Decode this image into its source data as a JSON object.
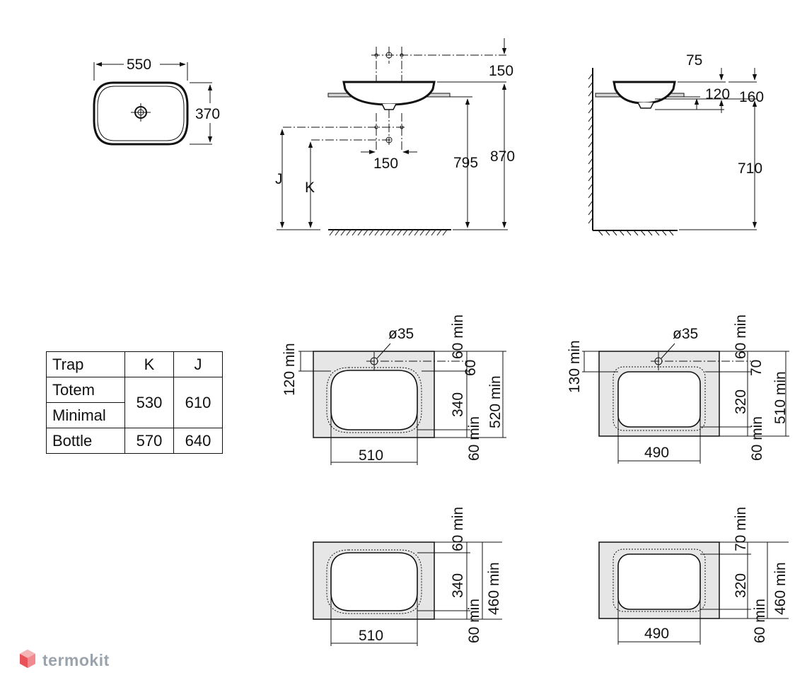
{
  "top_view": {
    "width": "550",
    "depth": "370"
  },
  "front_view": {
    "tap_height": "150",
    "tap_spacing": "150",
    "rim_to_floor": "795",
    "tap_to_floor": "870",
    "trap_j": "J",
    "trap_k": "K"
  },
  "side_view": {
    "setback": "75",
    "bowl_height": "120",
    "tap_height": "160",
    "counter_height": "710"
  },
  "cutouts": {
    "tap_hole": "ø35",
    "a_top_margin": "120 min",
    "a_rear_margin": "60 min",
    "a_rear_offset": "60",
    "a_cut_depth": "340",
    "a_front_margin": "60 min",
    "a_counter_depth": "520 min",
    "a_cut_width": "510",
    "b_top_margin": "130 min",
    "b_rear_margin": "60 min",
    "b_rear_offset": "70",
    "b_cut_depth": "320",
    "b_front_margin": "60 min",
    "b_counter_depth": "510 min",
    "b_cut_width": "490",
    "c_rear_margin": "60 min",
    "c_cut_depth": "340",
    "c_front_margin": "60 min",
    "c_counter_depth": "460 min",
    "c_cut_width": "510",
    "d_rear_margin": "70 min",
    "d_cut_depth": "320",
    "d_front_margin": "60 min",
    "d_counter_depth": "460 min",
    "d_cut_width": "490"
  },
  "trap_table": {
    "headers": [
      "Trap",
      "K",
      "J"
    ],
    "rows": [
      {
        "name": "Totem"
      },
      {
        "name": "Minimal"
      },
      {
        "name": "Bottle",
        "k": "570",
        "j": "640"
      }
    ],
    "merged_k": "530",
    "merged_j": "610"
  },
  "brand": {
    "name": "termokit",
    "color": "#9aa3ab",
    "accent": "#e8535a"
  }
}
